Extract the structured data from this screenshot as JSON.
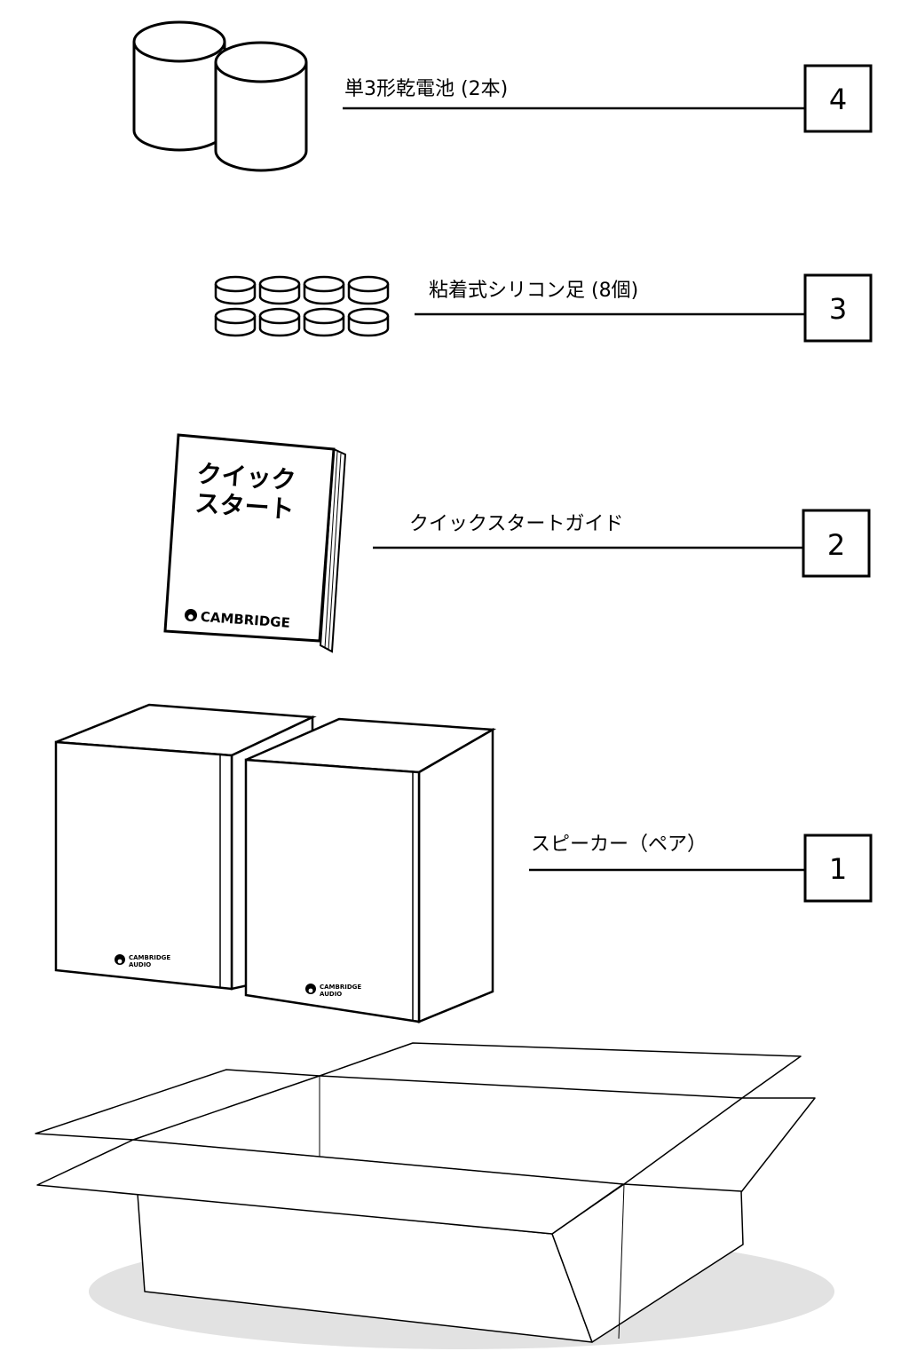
{
  "items": [
    {
      "number": "4",
      "label": "単3形乾電池 (2本)"
    },
    {
      "number": "3",
      "label": "粘着式シリコン足 (8個)"
    },
    {
      "number": "2",
      "label": "クイックスタートガイド"
    },
    {
      "number": "1",
      "label": "スピーカー（ペア）"
    }
  ],
  "guide_cover": {
    "title_line1": "クイック",
    "title_line2": "スタート",
    "brand": "CAMBRIDGE"
  },
  "speaker_logo": {
    "line1": "CAMBRIDGE",
    "line2": "AUDIO"
  },
  "colors": {
    "line": "#000000",
    "background": "#ffffff",
    "shadow": "#e2e2e2"
  }
}
